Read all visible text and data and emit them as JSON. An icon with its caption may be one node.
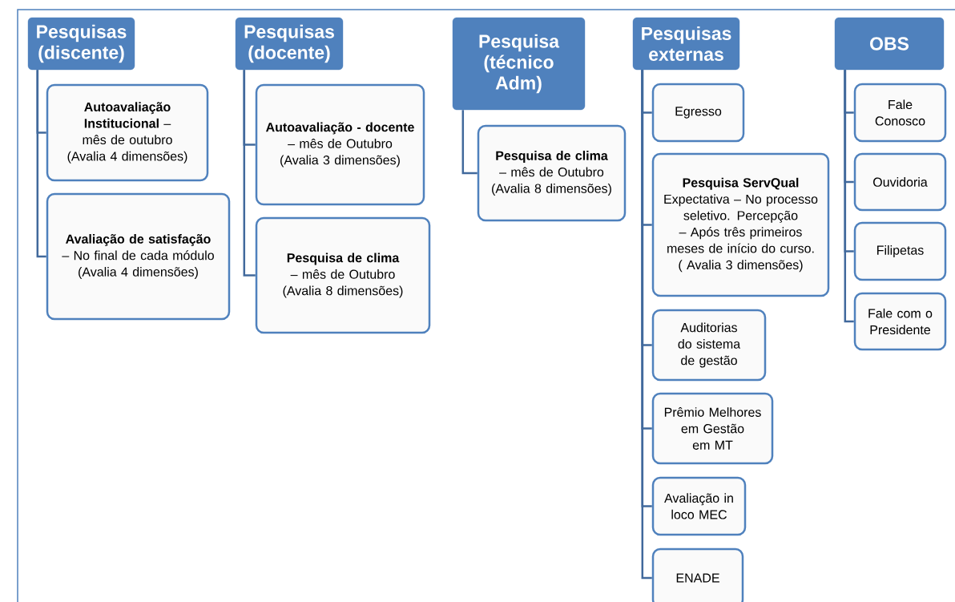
{
  "diagram": {
    "nodes": [
      {
        "text": [
          "Pesquisas (discente)"
        ]
      },
      {
        "text": [
          "**Autoavaliação Institucional** – mês de outubro (Avalia 4 dimensões)"
        ]
      },
      {
        "text": [
          "**Avaliação de satisfação** – No final de cada módulo (Avalia 4 dimensões)"
        ]
      },
      {
        "text": [
          "Pesquisas (docente)"
        ]
      },
      {
        "text": [
          "**Autoavaliação - docente** – mês de Outubro (Avalia 3 dimensões)"
        ]
      },
      {
        "text": [
          "**Pesquisa de clima** – mês de Outubro (Avalia 8 dimensões)"
        ]
      },
      {
        "text": [
          "Pesquisa (técnico Adm)"
        ]
      },
      {
        "text": [
          "**Pesquisa de clima** – mês de Outubro (Avalia 8 dimensões)"
        ]
      },
      {
        "text": [
          "Pesquisas externas"
        ]
      },
      {
        "text": [
          "Egresso"
        ]
      },
      {
        "text": [
          "**Pesquisa ServQual** Expectativa – No processo seletivo. Percepção – Após três primeiros meses de início do curso. ( Avalia 3 dimensões)"
        ]
      },
      {
        "text": [
          "Auditorias do sistema de gestão"
        ]
      },
      {
        "text": [
          "Prêmio Melhores em Gestão em MT"
        ]
      },
      {
        "text": [
          "Avaliação in loco MEC"
        ]
      },
      {
        "text": [
          "ENADE"
        ]
      },
      {
        "text": [
          "OBS"
        ]
      },
      {
        "text": [
          "Fale Conosco"
        ]
      },
      {
        "text": [
          "Ouvidoria"
        ]
      },
      {
        "text": [
          "Filipetas"
        ]
      },
      {
        "text": [
          "Fale com o Presidente"
        ]
      }
    ],
    "edges": [
      {
        "from": 0,
        "to": 1,
        "arrow": "none"
      },
      {
        "from": 0,
        "to": 2,
        "arrow": "none"
      },
      {
        "from": 3,
        "to": 4,
        "arrow": "none"
      },
      {
        "from": 3,
        "to": 5,
        "arrow": "none"
      },
      {
        "from": 6,
        "to": 7,
        "arrow": "none"
      },
      {
        "from": 8,
        "to": 9,
        "arrow": "none"
      },
      {
        "from": 8,
        "to": 10,
        "arrow": "none"
      },
      {
        "from": 8,
        "to": 11,
        "arrow": "none"
      },
      {
        "from": 8,
        "to": 12,
        "arrow": "none"
      },
      {
        "from": 8,
        "to": 13,
        "arrow": "none"
      },
      {
        "from": 8,
        "to": 14,
        "arrow": "none"
      },
      {
        "from": 15,
        "to": 16,
        "arrow": "none"
      },
      {
        "from": 15,
        "to": 17,
        "arrow": "none"
      },
      {
        "from": 15,
        "to": 18,
        "arrow": "none"
      },
      {
        "from": 15,
        "to": 19,
        "arrow": "none"
      }
    ]
  }
}
